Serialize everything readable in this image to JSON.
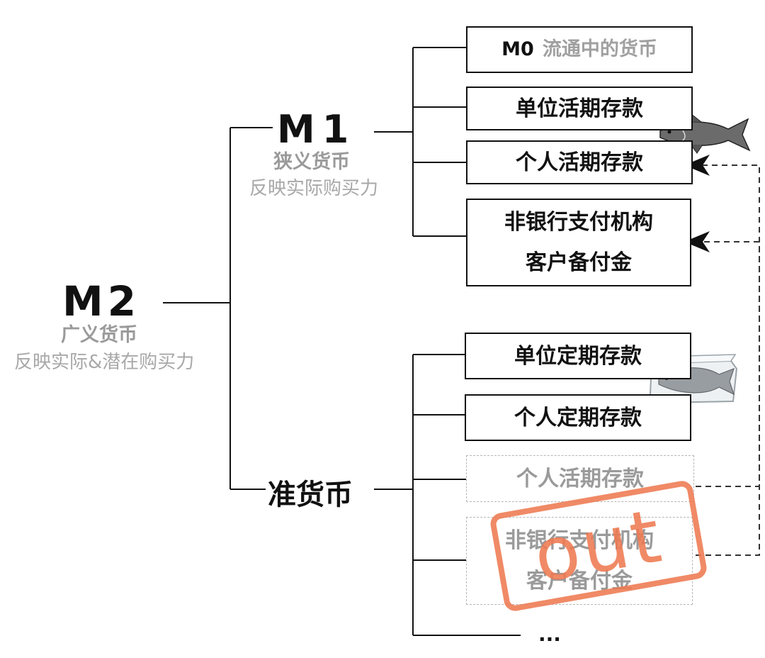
{
  "m2": {
    "code": "M2",
    "name": "广义货币",
    "desc": "反映实际&潜在购买力"
  },
  "m1": {
    "code": "M1",
    "name": "狭义货币",
    "desc": "反映实际购买力"
  },
  "quasi": {
    "label": "准货币"
  },
  "m1_items": {
    "m0_code": "M0",
    "m0_desc": "流通中的货币",
    "unit_demand": "单位活期存款",
    "personal_demand": "个人活期存款",
    "payment_line1": "非银行支付机构",
    "payment_line2": "客户备付金"
  },
  "quasi_items": {
    "unit_time": "单位定期存款",
    "personal_time": "个人定期存款",
    "personal_demand_out": "个人活期存款",
    "payment_out_line1": "非银行支付机构",
    "payment_out_line2": "客户备付金",
    "more": "..."
  },
  "stamp": {
    "text": "out"
  },
  "colors": {
    "line": "#111111",
    "muted": "#9a9a9a",
    "stamp": "#ef7a52",
    "dashed": "#b5b5b5"
  },
  "icons": [
    "fish-icon",
    "fish-block-icon"
  ]
}
